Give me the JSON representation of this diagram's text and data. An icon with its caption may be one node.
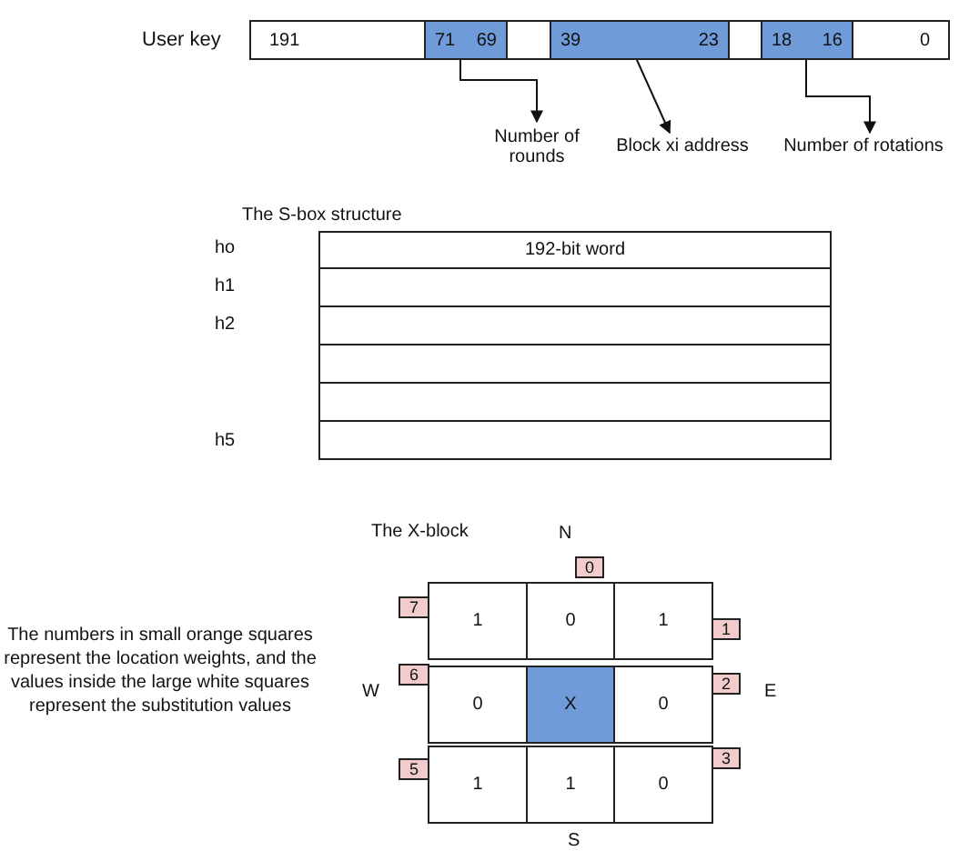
{
  "diagram": {
    "nodes": [
      {
        "text": [
          "191"
        ]
      },
      {
        "text": [
          "71",
          "69"
        ]
      },
      {
        "text": [],
        "shape": "box"
      },
      {
        "text": [
          "39",
          "23"
        ]
      },
      {
        "text": [],
        "shape": "box"
      },
      {
        "text": [
          "18",
          "16"
        ]
      },
      {
        "text": [
          "0"
        ]
      },
      {
        "text": [
          "Number of rounds"
        ]
      },
      {
        "text": [
          "Block xi address"
        ]
      },
      {
        "text": [
          "Number of rotations"
        ]
      },
      {
        "text": [
          "192-bit word"
        ]
      },
      {
        "text": [],
        "shape": "box"
      },
      {
        "text": [],
        "shape": "box"
      },
      {
        "text": [],
        "shape": "box"
      },
      {
        "text": [],
        "shape": "box"
      },
      {
        "text": [],
        "shape": "box"
      },
      {
        "text": [
          "0"
        ]
      },
      {
        "text": [
          "7"
        ]
      },
      {
        "text": [
          "1"
        ]
      },
      {
        "text": [
          "0"
        ]
      },
      {
        "text": [
          "1"
        ]
      },
      {
        "text": [
          "1"
        ]
      },
      {
        "text": [
          "6"
        ]
      },
      {
        "text": [
          "0"
        ]
      },
      {
        "text": [
          "X"
        ]
      },
      {
        "text": [
          "0"
        ]
      },
      {
        "text": [
          "2"
        ]
      },
      {
        "text": [
          "3"
        ]
      },
      {
        "text": [
          "5"
        ]
      },
      {
        "text": [
          "1"
        ]
      },
      {
        "text": [
          "1"
        ]
      },
      {
        "text": [
          "0"
        ]
      }
    ],
    "edges": [
      {
        "from": 1,
        "to": 7,
        "arrow": "to"
      },
      {
        "from": 3,
        "to": 8,
        "arrow": "to"
      },
      {
        "from": 5,
        "to": 9,
        "arrow": "to"
      }
    ],
    "labels": [
      "User key",
      "The S-box structure",
      "ho",
      "h1",
      "h2",
      "h5",
      "The X-block",
      "N",
      "The numbers in small orange squares represent the location weights, and the values inside the large white squares represent the substitution values",
      "W",
      "E",
      "S"
    ]
  }
}
